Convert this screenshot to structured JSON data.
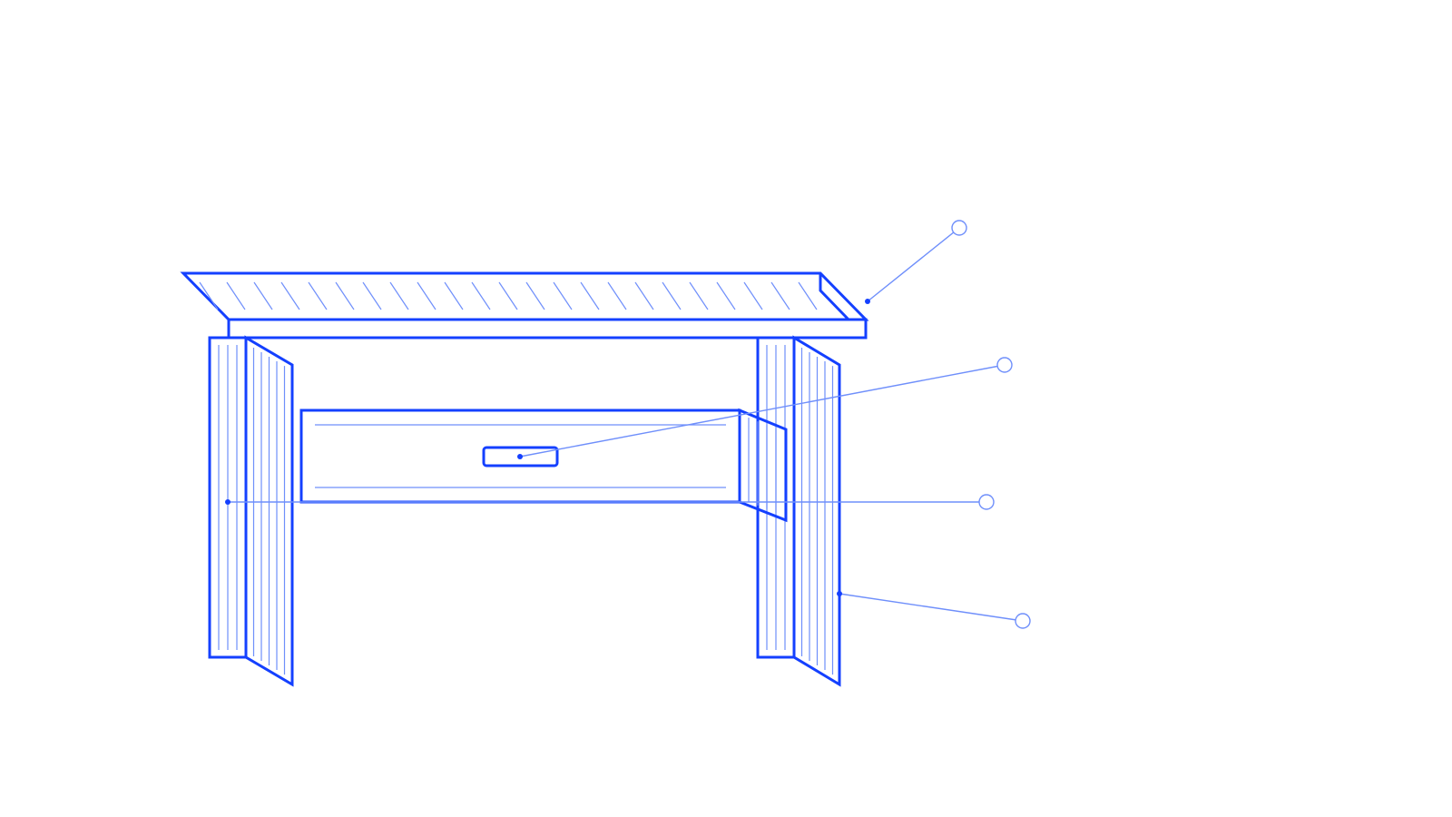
{
  "colors": {
    "outline": "#1440ff",
    "detail": "#6f8ffb",
    "background": "#ffffff"
  },
  "callouts": [
    {
      "target": "tabletop"
    },
    {
      "target": "drawer-pull"
    },
    {
      "target": "left-leg"
    },
    {
      "target": "right-leg"
    }
  ]
}
